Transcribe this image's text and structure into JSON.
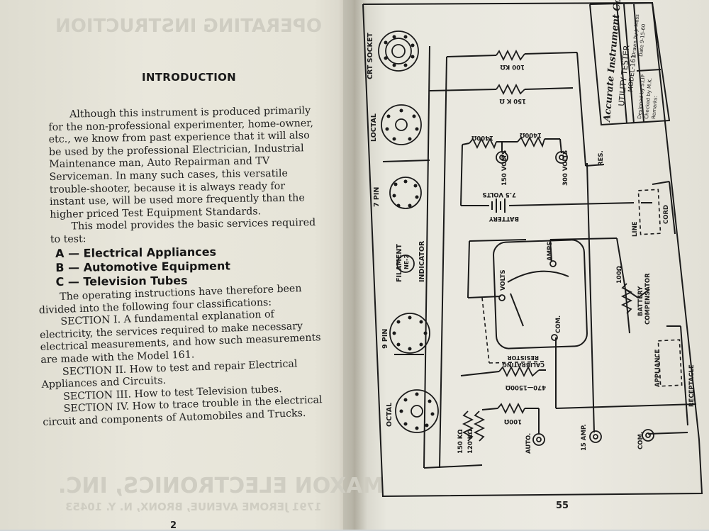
{
  "left_page": {
    "ghost_header": "OPERATING INSTRUCTION",
    "ghost_footer_1": "MAXON ELECTRONICS, INC.",
    "ghost_footer_2": "1791 JEROME AVENUE, BRONX, N. Y. 10453",
    "title": "INTRODUCTION",
    "paragraphs": [
      "Although this instrument is produced primarily for the non-professional experimenter, home-owner, etc., we know from past experience that it will also be used by the professional Electrician, Industrial Maintenance man, Auto Repairman and TV Serviceman. In many such cases, this versatile trouble-shooter, because it is always ready for instant use, will be used more frequently than the higher priced Test Equipment Standards.",
      "This model provides the basic services required to test:"
    ],
    "list": [
      "A — Electrical Appliances",
      "B — Automotive Equipment",
      "C — Television Tubes"
    ],
    "sections_intro": "The operating instructions have therefore been divided into the following four classifications:",
    "sections": [
      "SECTION I. A fundamental explanation of electricity, the services required to make necessary electrical measurements, and how such measurements are made with the Model 161.",
      "SECTION II. How to test and repair Electrical Appliances and Circuits.",
      "SECTION III. How to test Television tubes.",
      "SECTION IV. How to trace trouble in the electrical circuit and components of Automobiles and Trucks."
    ],
    "page_number": "2"
  },
  "right_page": {
    "page_number": "55",
    "title_block": {
      "company": "Accurate Instrument Co., Inc.",
      "product": "UTILITY TESTER",
      "model": "MODEL-161",
      "designed_by": "Designed by  S.LIP",
      "drawn_by": "Drawn by  J. Moss",
      "checked_by": "Checked by  M.K.",
      "date": "Date  9-15-60",
      "remarks": "Remarks:"
    },
    "labels": {
      "crt_socket": "CRT SOCKET",
      "loctal": "LOCTAL",
      "seven_pin": "7 PIN",
      "nine_pin": "9 PIN",
      "octal": "OCTAL",
      "filament": "FILAMENT",
      "ne2": "NE-2",
      "indicator": "INDICATOR",
      "r100k": "100 KΩ",
      "r150k": "150 K Ω",
      "r1400a": "1400Ω",
      "r1400b": "1400Ω",
      "v150": "150 VOLTS",
      "v300": "300 VOLTS",
      "res": "RES.",
      "battery_v": "7.5 VOLTS",
      "battery": "BATTERY",
      "line": "LINE",
      "cord": "CORD",
      "amps": "AMPS.",
      "volts": "VOLTS",
      "com_meter": "COM.",
      "r100_comp": "100Ω",
      "battery_comp_1": "BATTERY",
      "battery_comp_2": "COMPENSATOR",
      "cal_1": "CALIBRATING",
      "cal_2": "RESISTOR",
      "cal_val": "470—1500Ω",
      "r150k2": "150 KΩ",
      "r120k": "120 KΩ",
      "r100": "100Ω",
      "appliance": "APPLIANCE",
      "receptacle": "RECEPTACLE",
      "auto": "AUTO.",
      "amp15": "15 AMP.",
      "com": "COM."
    }
  }
}
